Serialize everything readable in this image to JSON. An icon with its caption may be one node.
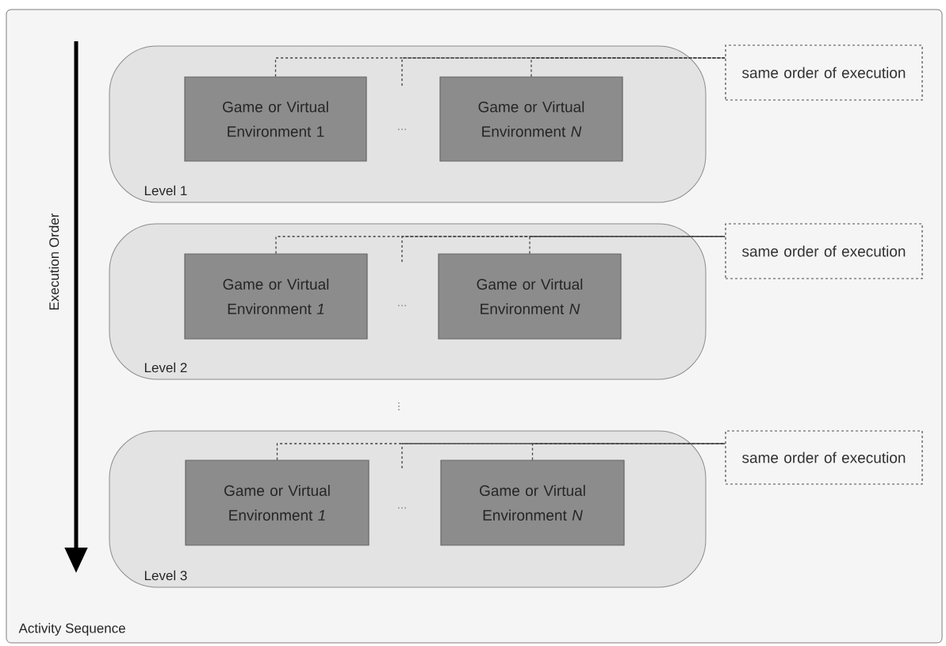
{
  "diagram": {
    "nodes": [
      {
        "text": [
          "Activity Sequence"
        ]
      },
      {
        "text": [
          "Level 1"
        ],
        "in": 0
      },
      {
        "text": [
          "Game or Virtual Environment 1"
        ],
        "in": 1
      },
      {
        "text": [
          "Game or Virtual Environment *N*"
        ],
        "in": 1
      },
      {
        "text": [
          "same order of execution"
        ],
        "in": 0
      },
      {
        "text": [
          "Level 2"
        ],
        "in": 0
      },
      {
        "text": [
          "Game or Virtual Environment *1*"
        ],
        "in": 5
      },
      {
        "text": [
          "Game or Virtual Environment *N*"
        ],
        "in": 5
      },
      {
        "text": [
          "same order of execution"
        ],
        "in": 0
      },
      {
        "text": [
          "Level 3"
        ],
        "in": 0
      },
      {
        "text": [
          "Game or Virtual Environment *1*"
        ],
        "in": 9
      },
      {
        "text": [
          "Game or Virtual Environment *N*"
        ],
        "in": 9
      },
      {
        "text": [
          "same order of execution"
        ],
        "in": 0
      }
    ],
    "edges": [
      {
        "from": 2,
        "to": 4,
        "arrow": "none",
        "style": "dashed"
      },
      {
        "from": null,
        "to": 4,
        "arrow": "none",
        "style": "dashed"
      },
      {
        "from": 3,
        "to": 4,
        "arrow": "none",
        "style": "dashed"
      },
      {
        "from": 6,
        "to": 8,
        "arrow": "none",
        "style": "dashed"
      },
      {
        "from": null,
        "to": 8,
        "arrow": "none",
        "style": "dashed"
      },
      {
        "from": 7,
        "to": 8,
        "arrow": "none",
        "style": "dashed"
      },
      {
        "from": 10,
        "to": 12,
        "arrow": "none",
        "style": "dashed"
      },
      {
        "from": null,
        "to": 12,
        "arrow": "none",
        "style": "dashed"
      },
      {
        "from": 11,
        "to": 12,
        "arrow": "none",
        "style": "dashed"
      }
    ],
    "labels": [
      "Execution Order",
      "...",
      "...",
      "...",
      "..."
    ]
  }
}
